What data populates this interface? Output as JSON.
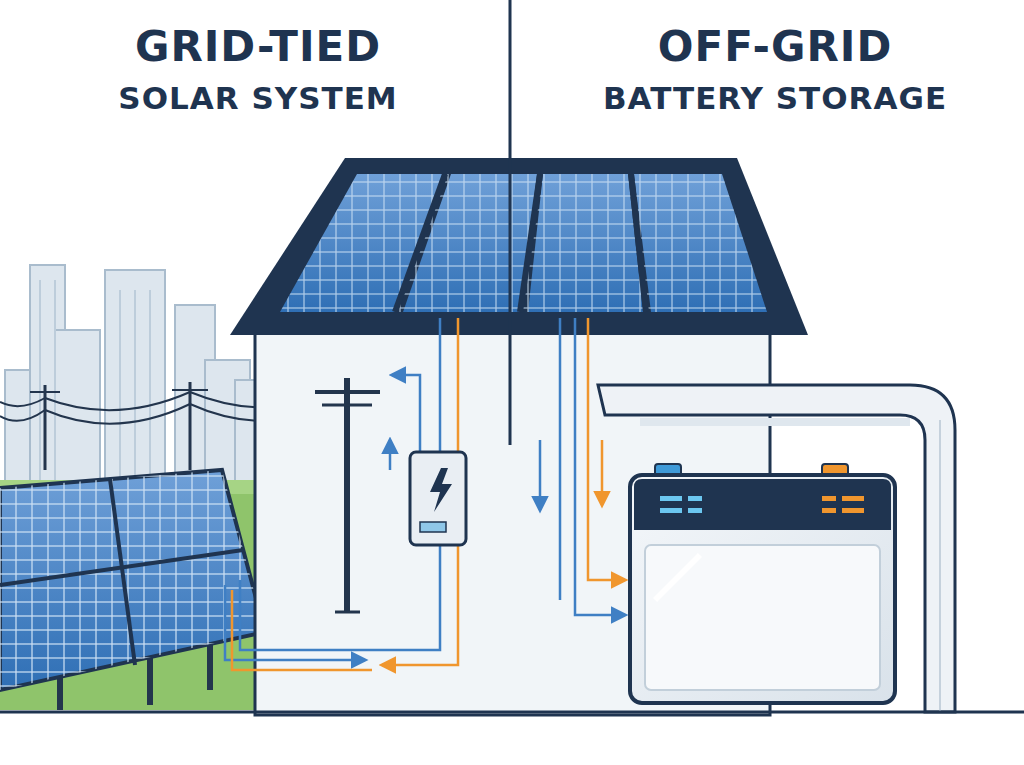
{
  "diagram": {
    "labels": [
      "GRID-TIED",
      "SOLAR SYSTEM",
      "OFF-GRID",
      "BATTERY STORAGE"
    ]
  }
}
